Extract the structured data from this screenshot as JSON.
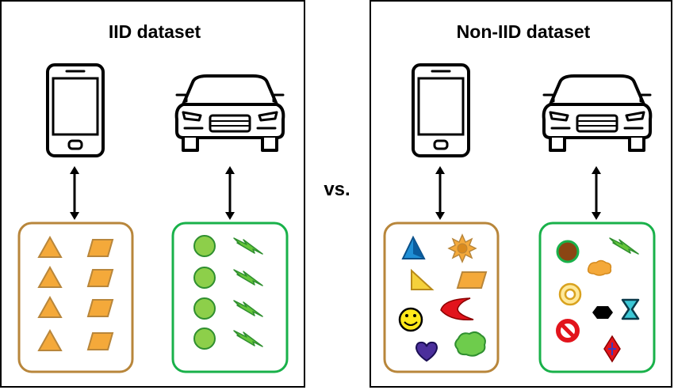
{
  "left_panel": {
    "title": "IID dataset"
  },
  "right_panel": {
    "title": "Non-IID dataset"
  },
  "separator": {
    "label": "vs."
  },
  "colors": {
    "panel_border": "#000000",
    "phone_box_border": "#b8863b",
    "car_box_border": "#19b14a",
    "orange_fill": "#f4a93a",
    "green_fill": "#8dcf4a",
    "bolt_fill": "#65c53a"
  }
}
